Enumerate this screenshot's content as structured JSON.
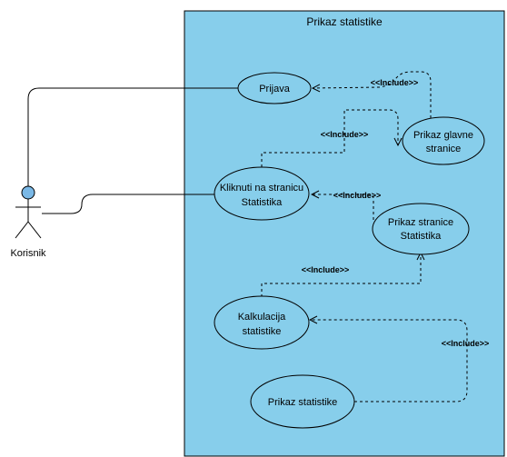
{
  "colors": {
    "system": "#87CEEB",
    "actor_head": "#7AB8E6"
  },
  "system": {
    "title": "Prikaz statistike"
  },
  "actor": {
    "name": "Korisnik"
  },
  "use_cases": {
    "prijava": "Prijava",
    "glavna_l1": "Prikaz glavne",
    "glavna_l2": "stranice",
    "kliknuti_l1": "Kliknuti na stranicu",
    "kliknuti_l2": "Statistika",
    "stranica_l1": "Prikaz stranice",
    "stranica_l2": "Statistika",
    "kalkulacija_l1": "Kalkulacija",
    "kalkulacija_l2": "statistike",
    "prikaz_stat": "Prikaz statistike"
  },
  "stereotypes": {
    "glavna_to_prijava": "<<Include>>",
    "kliknuti_to_glavna": "<<Include>>",
    "stranica_to_kliknuti": "<<Include>>",
    "kalkulacija_to_stranica": "<<Include>>",
    "prikaz_to_kalkulacija": "<<Include>>"
  }
}
